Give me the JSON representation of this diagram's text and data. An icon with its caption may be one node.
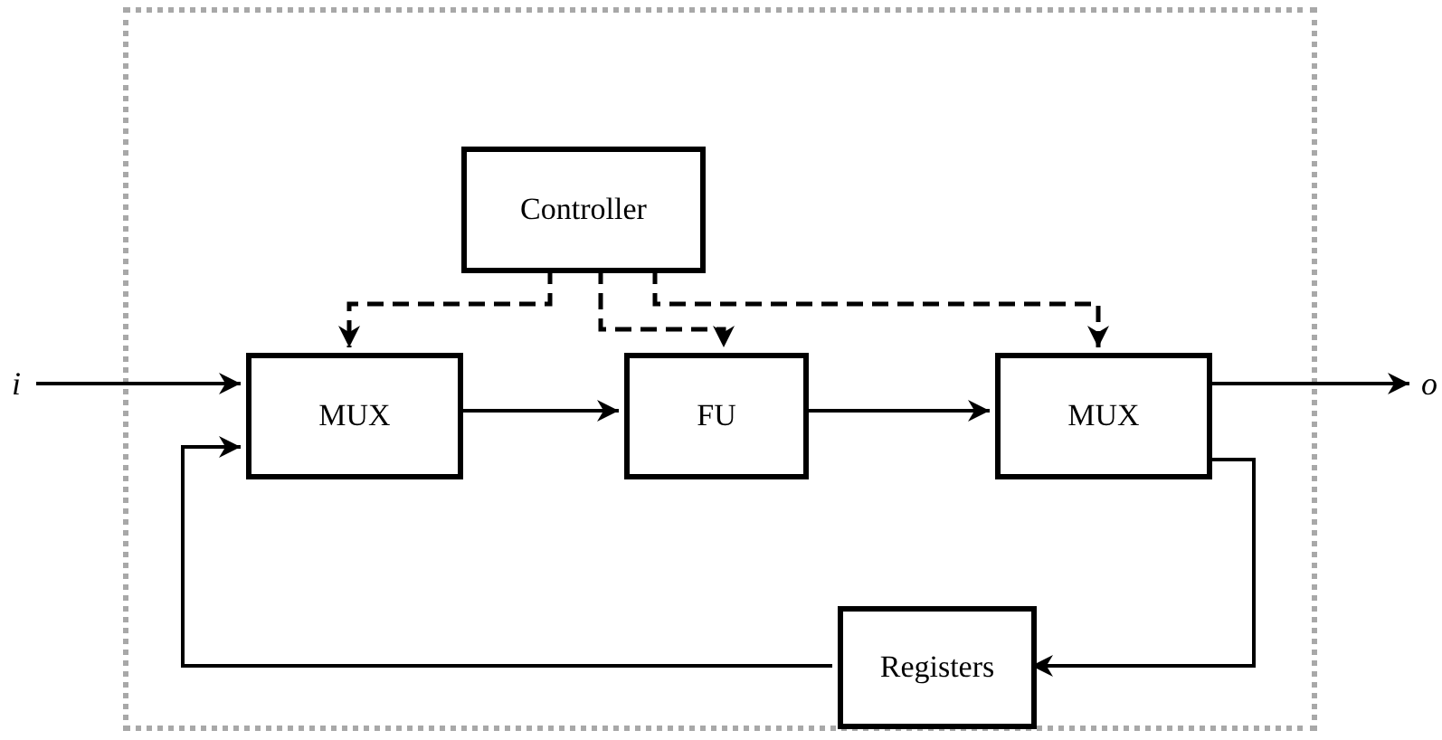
{
  "diagram": {
    "nodes": [
      {
        "text": [],
        "shape": "box"
      },
      {
        "text": [
          "Controller"
        ],
        "in": 0
      },
      {
        "text": [
          "MUX"
        ],
        "in": 0
      },
      {
        "text": [
          "FU"
        ],
        "in": 0
      },
      {
        "text": [
          "MUX"
        ],
        "in": 0
      },
      {
        "text": [
          "Registers"
        ],
        "in": 0
      },
      {
        "text": [
          "i"
        ]
      },
      {
        "text": [
          "o"
        ]
      }
    ],
    "edges": [
      {
        "from": 6,
        "to": 2,
        "arrow": "to"
      },
      {
        "from": 2,
        "to": 3,
        "arrow": "to"
      },
      {
        "from": 3,
        "to": 4,
        "arrow": "to"
      },
      {
        "from": 4,
        "to": 7,
        "arrow": "to"
      },
      {
        "from": 4,
        "to": 5,
        "arrow": "to"
      },
      {
        "from": 5,
        "to": 2,
        "arrow": "to"
      },
      {
        "from": 1,
        "to": 2,
        "arrow": "to",
        "style": "dashed"
      },
      {
        "from": 1,
        "to": 3,
        "arrow": "to",
        "style": "dashed"
      },
      {
        "from": 1,
        "to": 4,
        "arrow": "to",
        "style": "dashed"
      }
    ]
  }
}
